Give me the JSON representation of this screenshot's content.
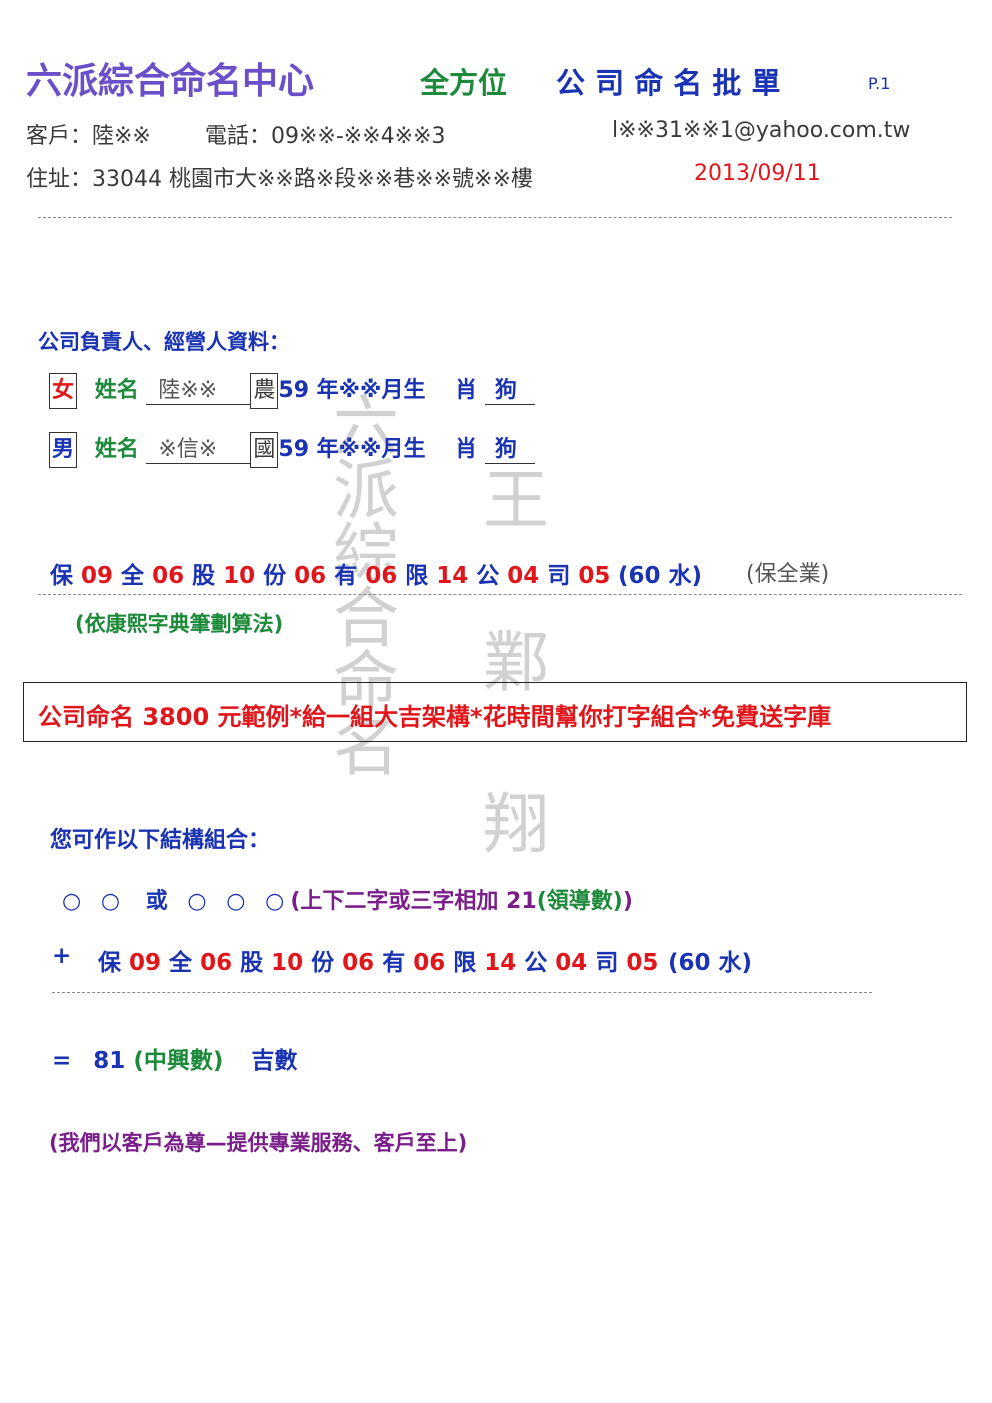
{
  "header": {
    "company": "六派綜合命名中心",
    "subtitle_green": "全方位",
    "subtitle_blue": "公 司 命 名 批 單",
    "page": "P.1"
  },
  "client": {
    "customer": "客戶：陸※※",
    "phone": "電話：09※※-※※4※※3",
    "email": "l※※31※※1@yahoo.com.tw",
    "address": "住址：33044 桃園市大※※路※段※※巷※※號※※樓",
    "date": "2013/09/11"
  },
  "owners": {
    "heading": "公司負責人、經營人資料：",
    "name_label": "姓名",
    "zodiac_label": "肖",
    "people": [
      {
        "gender": "女",
        "name": "陸※※",
        "calendar": "農",
        "birth": "59 年※※月生",
        "zodiac": "狗"
      },
      {
        "gender": "男",
        "name": "※信※",
        "calendar": "國",
        "birth": "59 年※※月生",
        "zodiac": "狗"
      }
    ]
  },
  "strokes": {
    "pairs": [
      {
        "char": "保",
        "num": "09"
      },
      {
        "char": "全",
        "num": "06"
      },
      {
        "char": "股",
        "num": "10"
      },
      {
        "char": "份",
        "num": "06"
      },
      {
        "char": "有",
        "num": "06"
      },
      {
        "char": "限",
        "num": "14"
      },
      {
        "char": "公",
        "num": "04"
      },
      {
        "char": "司",
        "num": "05"
      }
    ],
    "total": "(60 水)",
    "industry": "(保全業)",
    "method": "(依康熙字典筆劃算法)"
  },
  "banner": "公司命名 3800 元範例*給一組大吉架構*花時間幫你打字組合*免費送字庫",
  "structure": {
    "heading": "您可作以下結構組合：",
    "circles2": "○ ○",
    "or": "或",
    "circles3": "○ ○ ○",
    "note_purple_open": "(上下二字或三字相加 21",
    "note_green": "(領導數)",
    "note_purple_close": ")",
    "plus": "+",
    "total": "(60 水)",
    "equals": "=",
    "result_num": "81",
    "result_label": "(中興數)",
    "result_luck": "吉數",
    "footer": "(我們以客戶為尊—提供專業服務、客戶至上)"
  },
  "watermark": {
    "col1": [
      "六",
      "派",
      "綜",
      "合",
      "命",
      "名"
    ],
    "col2": [
      "王",
      "鄴",
      "翔"
    ]
  }
}
